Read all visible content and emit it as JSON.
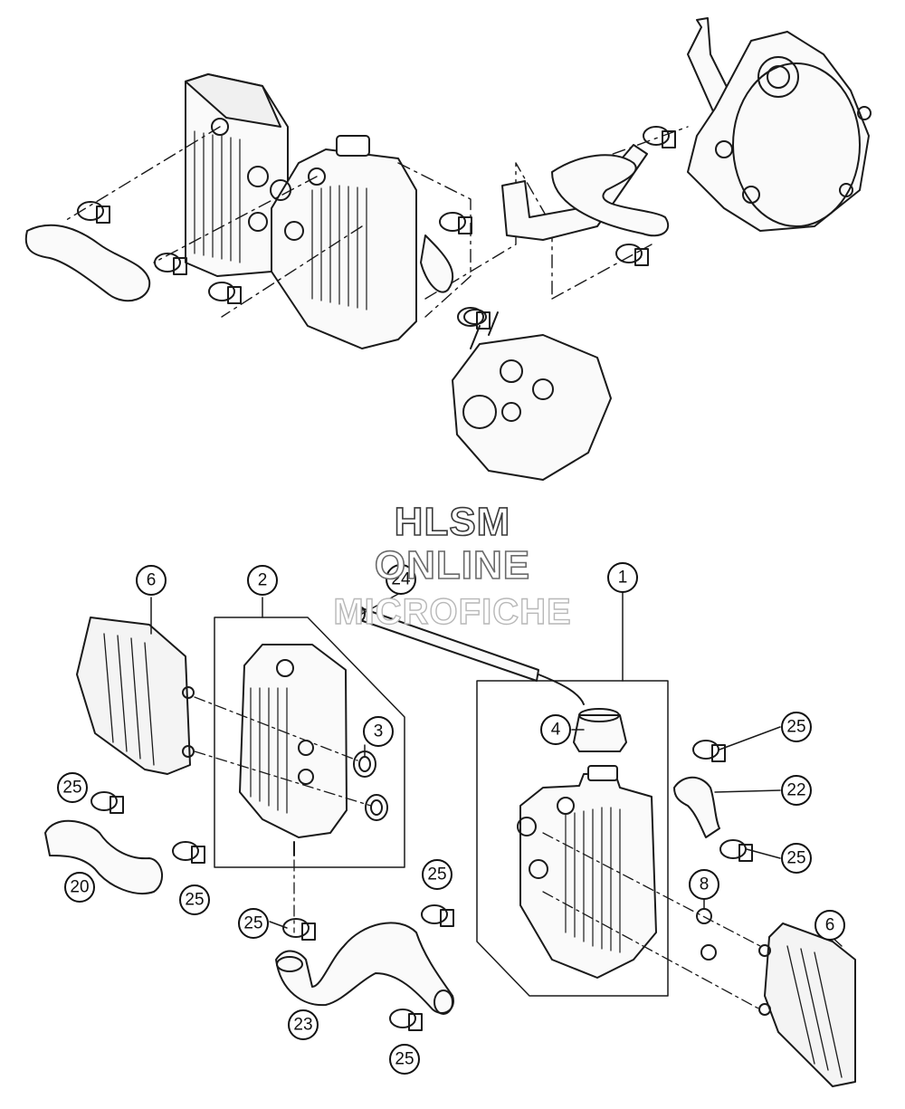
{
  "watermark": {
    "line1": "HLSM",
    "line2": "ONLINE",
    "line3": "MICROFICHE"
  },
  "callouts": [
    {
      "id": "c6a",
      "label": "6"
    },
    {
      "id": "c2",
      "label": "2"
    },
    {
      "id": "c24",
      "label": "24"
    },
    {
      "id": "c1",
      "label": "1"
    },
    {
      "id": "c3",
      "label": "3"
    },
    {
      "id": "c4",
      "label": "4"
    },
    {
      "id": "c25a",
      "label": "25"
    },
    {
      "id": "c22",
      "label": "22"
    },
    {
      "id": "c25b",
      "label": "25"
    },
    {
      "id": "c25c",
      "label": "25"
    },
    {
      "id": "c20",
      "label": "20"
    },
    {
      "id": "c25d",
      "label": "25"
    },
    {
      "id": "c8",
      "label": "8"
    },
    {
      "id": "c6b",
      "label": "6"
    },
    {
      "id": "c25e",
      "label": "25"
    },
    {
      "id": "c25f",
      "label": "25"
    },
    {
      "id": "c23",
      "label": "23"
    },
    {
      "id": "c25g",
      "label": "25"
    }
  ]
}
